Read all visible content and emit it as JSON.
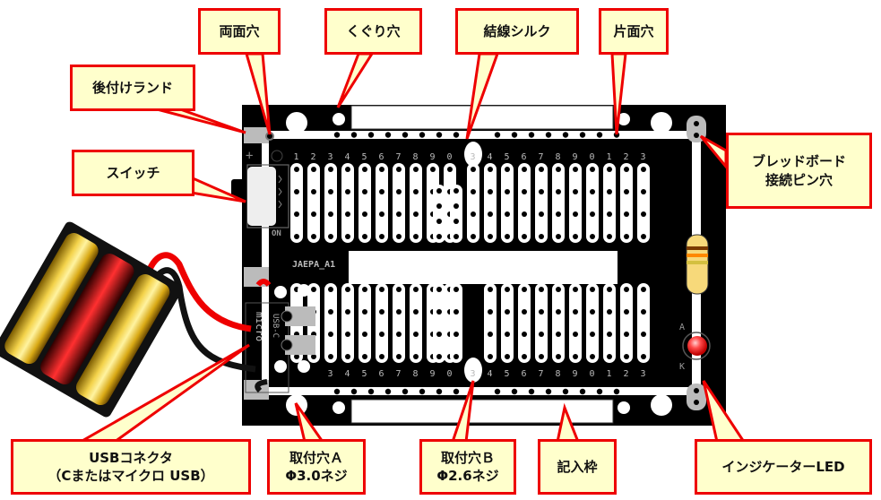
{
  "board": {
    "silk_label": "JAEPA_A1",
    "top_row_numbers": [
      "1",
      "2",
      "3",
      "4",
      "5",
      "6",
      "7",
      "8",
      "9",
      "0",
      "3",
      "4",
      "5",
      "6",
      "7",
      "8",
      "9",
      "0",
      "1",
      "2",
      "3"
    ],
    "bottom_row_numbers": [
      "3",
      "4",
      "5",
      "6",
      "7",
      "8",
      "9",
      "0",
      "3",
      "4",
      "5",
      "6",
      "7",
      "8",
      "9",
      "0",
      "1",
      "2",
      "3"
    ],
    "switch_on_label": "ON",
    "plus_label": "+",
    "minus_label": "-",
    "usb_c_label": "USB-C",
    "micro_label": "micro",
    "led_anode_label": "A",
    "led_cathode_label": "K"
  },
  "callouts": {
    "double_sided_hole": "両面穴",
    "countersink_hole": "くぐり穴",
    "wiring_silk": "結線シルク",
    "single_sided_hole": "片面穴",
    "retrofit_land": "後付けランド",
    "switch": "スイッチ",
    "breadboard_pin_hole": "ブレッドボード\n接続ピン穴",
    "usb_connector": "USBコネクタ\n（Cまたはマイクロ USB）",
    "mount_hole_a": "取付穴Ａ\nΦ3.0ネジ",
    "mount_hole_b": "取付穴Ｂ\nΦ2.6ネジ",
    "writing_frame": "記入枠",
    "indicator_led": "インジケーターLED"
  },
  "colors": {
    "callout_border": "#ee0000",
    "callout_fill": "#ffffcc",
    "board": "#000000",
    "pad": "#ffffff",
    "land": "#bbbbbb",
    "led": "#ee3333",
    "wire_red": "#ee0000",
    "wire_black": "#111111"
  }
}
